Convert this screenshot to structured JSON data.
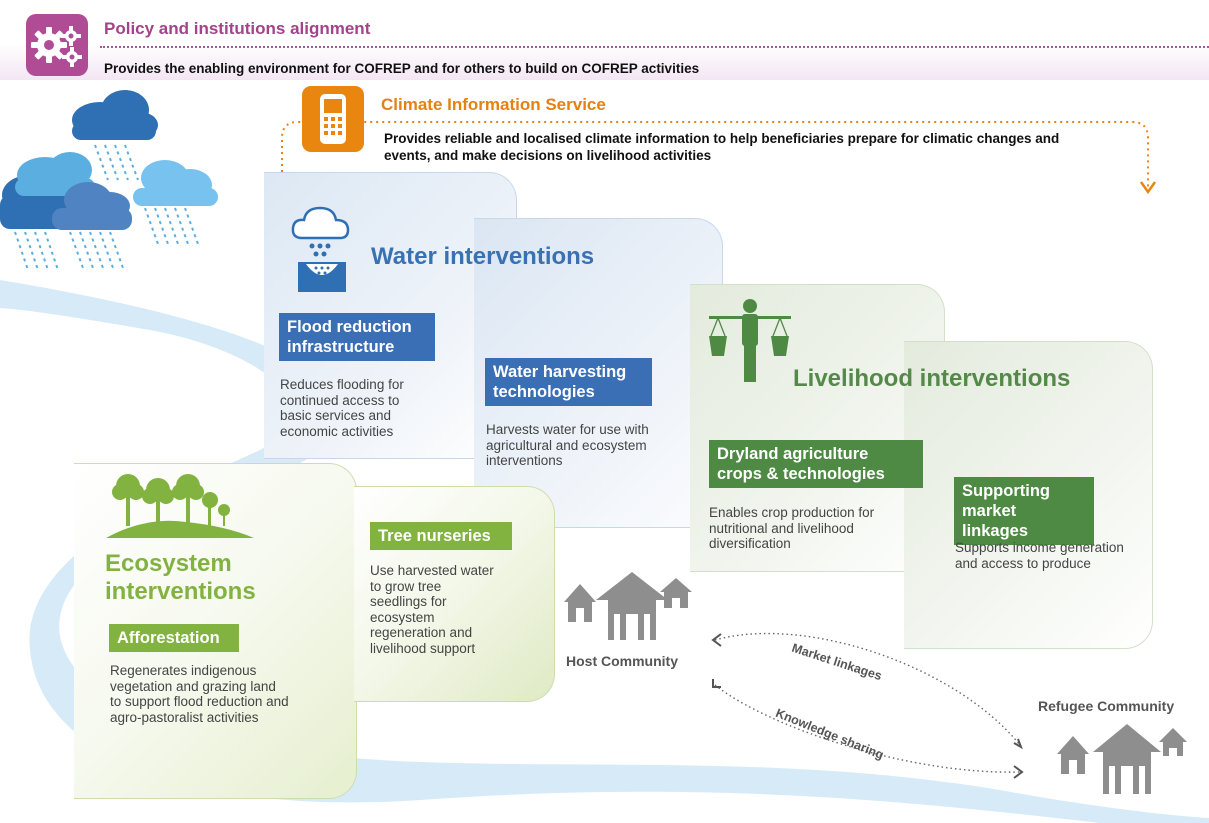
{
  "policy": {
    "title": "Policy and institutions alignment",
    "description": "Provides the enabling environment for COFREP and for others to build on COFREP activities"
  },
  "climate_info": {
    "title": "Climate Information Service",
    "description": "Provides reliable and localised climate information to help beneficiaries prepare for climatic changes and events, and make decisions on livelihood activities"
  },
  "water": {
    "title": "Water interventions",
    "items": [
      {
        "label": "Flood reduction infrastructure",
        "description": "Reduces flooding for continued access to basic services and economic activities"
      },
      {
        "label": "Water harvesting technologies",
        "description": "Harvests water for use with agricultural and ecosystem interventions"
      }
    ]
  },
  "livelihood": {
    "title": "Livelihood interventions",
    "items": [
      {
        "label": "Dryland agriculture crops & technologies",
        "description": "Enables crop production for nutritional and livelihood diversification"
      },
      {
        "label": "Supporting market linkages",
        "description": "Supports income generation and access to produce"
      }
    ]
  },
  "ecosystem": {
    "title": "Ecosystem interventions",
    "items": [
      {
        "label": "Tree nurseries",
        "description": "Use harvested water to grow tree seedlings for ecosystem regeneration and livelihood support"
      },
      {
        "label": "Afforestation",
        "description": "Regenerates indigenous vegetation and grazing land to support flood reduction and agro-pastoralist activities"
      }
    ]
  },
  "communities": {
    "host": "Host Community",
    "refugee": "Refugee Community",
    "links": [
      "Market linkages",
      "Knowledge sharing"
    ]
  },
  "colors": {
    "policy": "#a3438a",
    "climate": "#e38210",
    "water": "#3a6fb5",
    "livelihood": "#4f8a45",
    "ecosystem": "#82b341"
  },
  "icons": [
    "gears-icon",
    "phone-icon",
    "rain-cloud-icon",
    "water-tank-icon",
    "farmer-baskets-icon",
    "trees-icon",
    "hut-icon"
  ]
}
